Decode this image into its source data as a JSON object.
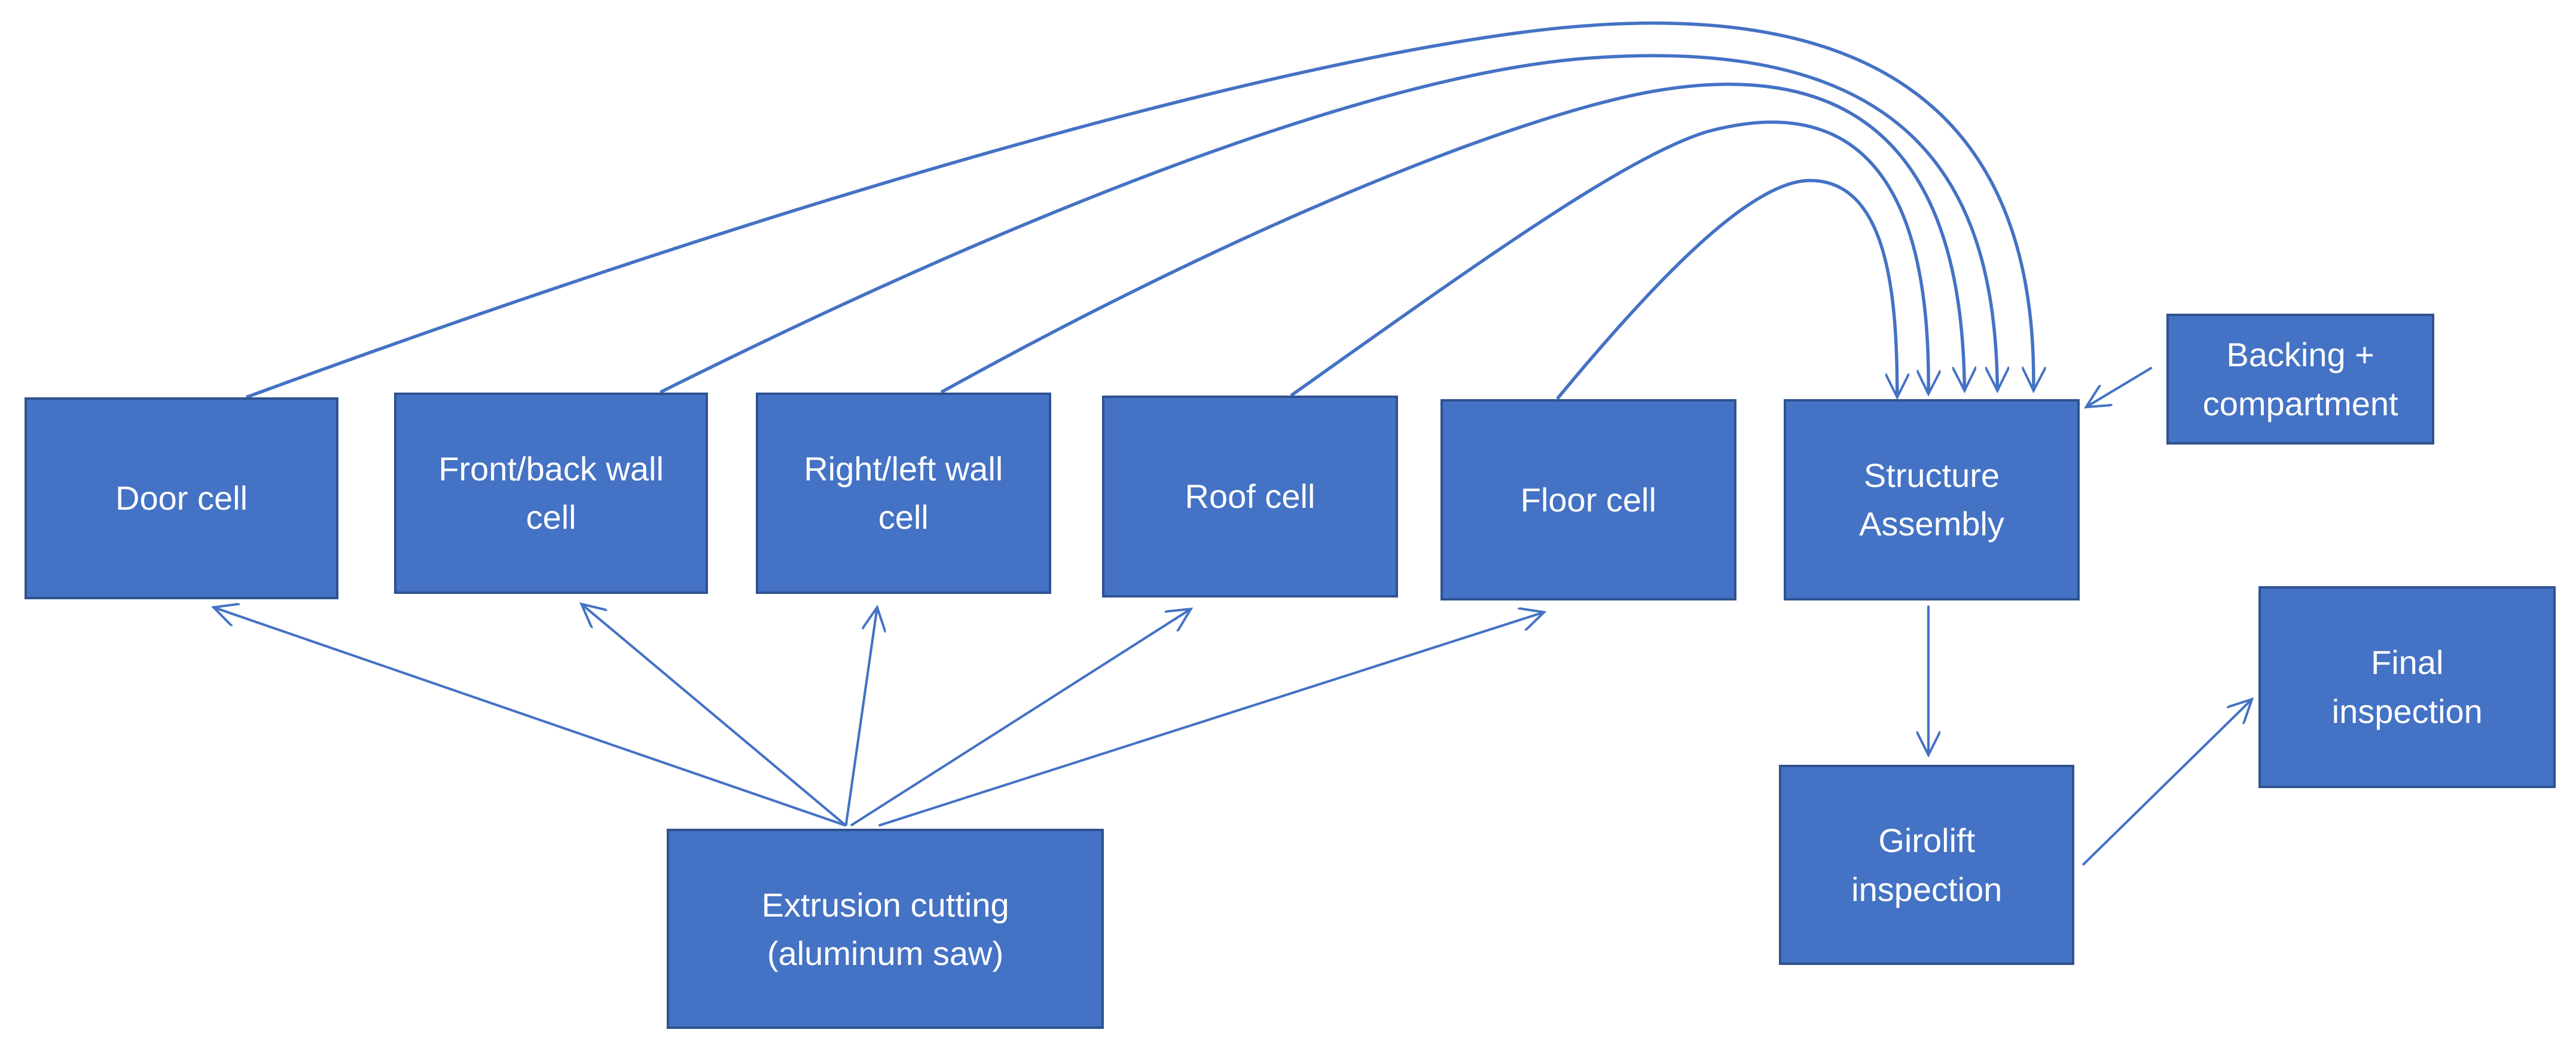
{
  "diagram": {
    "type": "process-flow",
    "colors": {
      "box_fill": "#4472c4",
      "box_border": "#2f528f",
      "box_text": "#ffffff",
      "edge": "#4472c4",
      "background": "#ffffff"
    },
    "nodes": [
      {
        "id": "door",
        "label": "Door cell"
      },
      {
        "id": "front_back",
        "label": "Front/back wall\ncell"
      },
      {
        "id": "right_left",
        "label": "Right/left wall\ncell"
      },
      {
        "id": "roof",
        "label": "Roof cell"
      },
      {
        "id": "floor",
        "label": "Floor cell"
      },
      {
        "id": "structure",
        "label": "Structure\nAssembly"
      },
      {
        "id": "backing",
        "label": "Backing +\ncompartment"
      },
      {
        "id": "extrusion",
        "label": "Extrusion cutting\n(aluminum saw)"
      },
      {
        "id": "girolift",
        "label": "Girolift\ninspection"
      },
      {
        "id": "final",
        "label": "Final\ninspection"
      }
    ],
    "edges": [
      {
        "from": "extrusion",
        "to": "door"
      },
      {
        "from": "extrusion",
        "to": "front_back"
      },
      {
        "from": "extrusion",
        "to": "right_left"
      },
      {
        "from": "extrusion",
        "to": "roof"
      },
      {
        "from": "extrusion",
        "to": "floor"
      },
      {
        "from": "door",
        "to": "structure"
      },
      {
        "from": "front_back",
        "to": "structure"
      },
      {
        "from": "right_left",
        "to": "structure"
      },
      {
        "from": "roof",
        "to": "structure"
      },
      {
        "from": "floor",
        "to": "structure"
      },
      {
        "from": "backing",
        "to": "structure"
      },
      {
        "from": "structure",
        "to": "girolift"
      },
      {
        "from": "girolift",
        "to": "final"
      }
    ]
  }
}
